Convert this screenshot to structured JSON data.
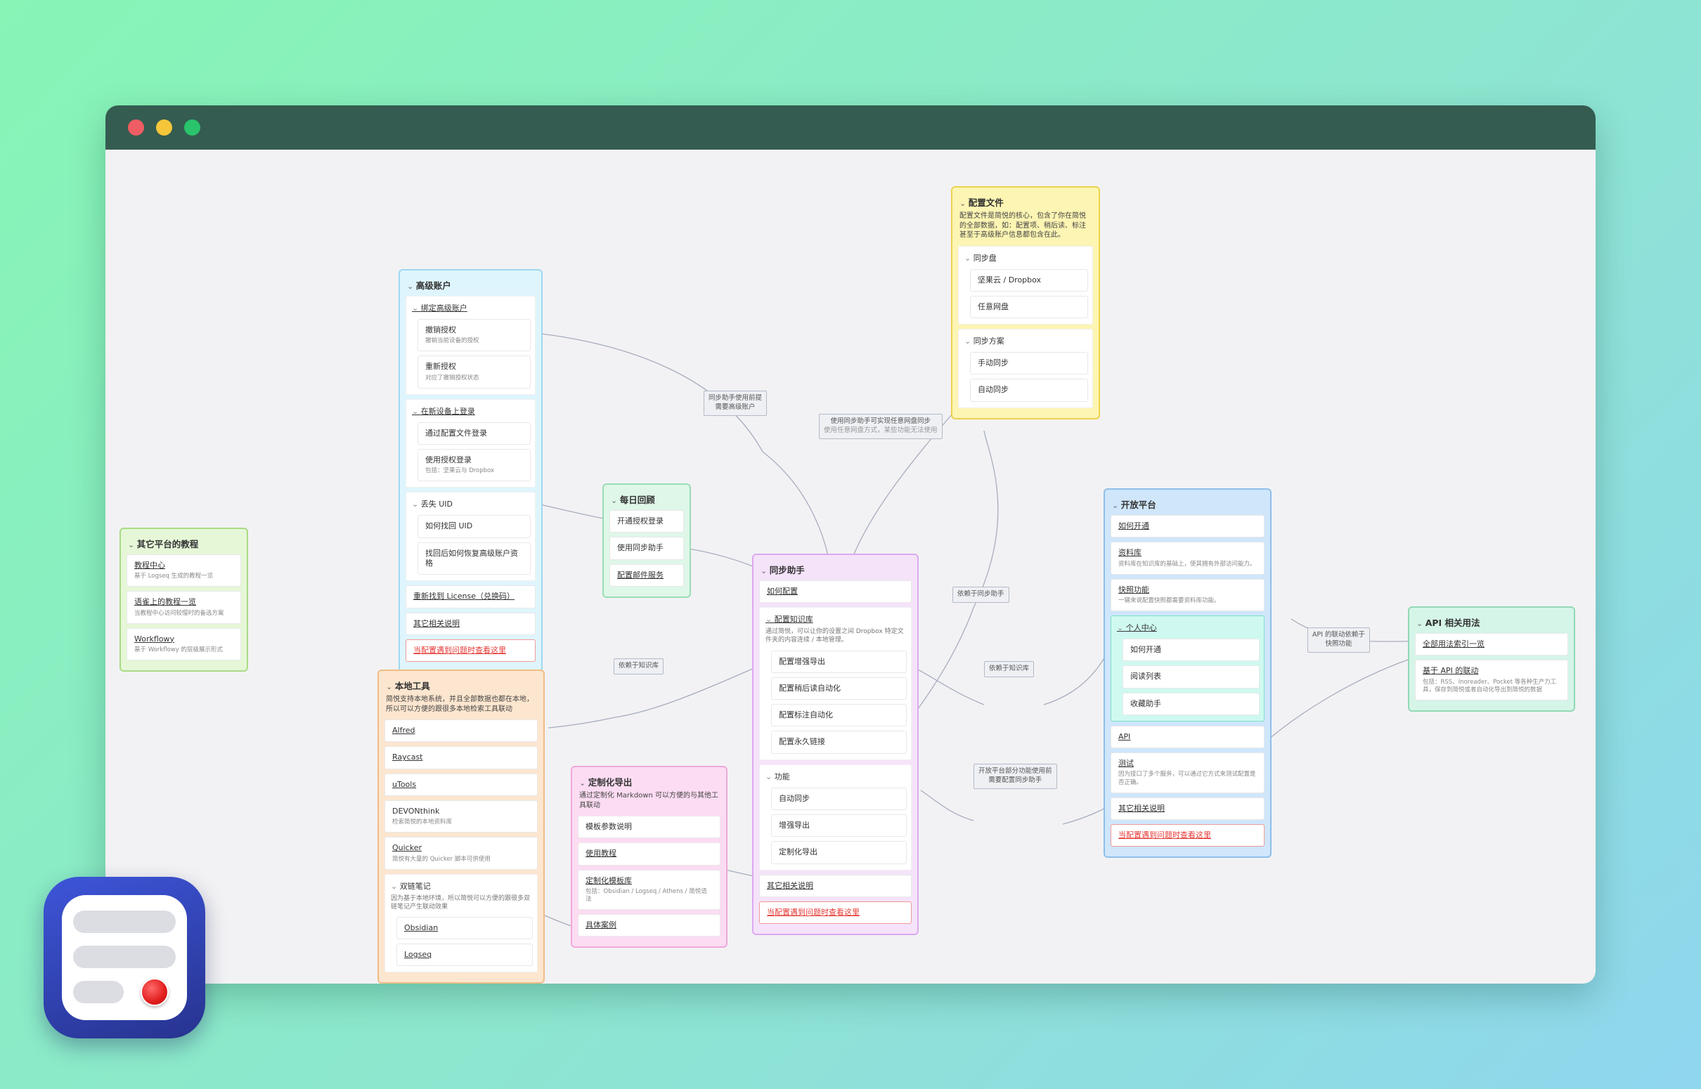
{
  "colors": {
    "window_title_bar": "#345c50",
    "canvas": "#f2f2f4",
    "link_line": "#a8adbd",
    "danger_text": "#e53935"
  },
  "account": {
    "title": "高级账户",
    "g1": {
      "title": "绑定高级账户",
      "n1": "撤销授权",
      "n1s": "撤销当前设备的授权",
      "n2": "重新授权",
      "n2s": "对应了撤销授权状态"
    },
    "g2": {
      "title": "在新设备上登录",
      "n1": "通过配置文件登录",
      "n2": "使用授权登录",
      "n2s": "包括：坚果云与 Dropbox"
    },
    "g3": {
      "title": "丢失 UID",
      "n1": "如何找回 UID",
      "n2": "找回后如何恢复高级账户资格"
    },
    "l1": "重新找到 License（兑换码）",
    "l2": "其它相关说明",
    "l3": "当配置遇到问题时查看这里"
  },
  "review": {
    "title": "每日回顾",
    "n1": "开通授权登录",
    "n2": "使用同步助手",
    "n3": "配置邮件服务"
  },
  "other": {
    "title": "其它平台的教程",
    "n1": "教程中心",
    "n1s": "基于 Logseq 生成的教程一览",
    "n2": "语雀上的教程一览",
    "n2s": "当教程中心访问较慢时的备选方案",
    "n3": "Workflowy",
    "n3s": "基于 Workflowy 的层级展示形式"
  },
  "config": {
    "title": "配置文件",
    "desc": "配置文件是简悦的核心，包含了你在简悦的全部数据，如：配置项、稍后读、标注甚至于高级账户信息都包含在此。",
    "g1": {
      "title": "同步盘",
      "n1": "坚果云 / Dropbox",
      "n2": "任意网盘"
    },
    "g2": {
      "title": "同步方案",
      "n1": "手动同步",
      "n2": "自动同步"
    }
  },
  "sync": {
    "title": "同步助手",
    "n1": "如何配置",
    "g1": {
      "title": "配置知识库",
      "desc": "通过简悦，可以让你的设置之间 Dropbox 特定文件夹的内容连续 / 本地管理。",
      "n1": "配置增强导出",
      "n2": "配置稍后读自动化",
      "n3": "配置标注自动化",
      "n4": "配置永久链接"
    },
    "g2": {
      "title": "功能",
      "n1": "自动同步",
      "n2": "增强导出",
      "n3": "定制化导出"
    },
    "l1": "其它相关说明",
    "l2": "当配置遇到问题时查看这里"
  },
  "local": {
    "title": "本地工具",
    "desc": "简悦支持本地系统，并且全部数据也都在本地，所以可以方便的跟很多本地检索工具联动",
    "n1": "Alfred",
    "n2": "Raycast",
    "n3": "uTools",
    "n4": "DEVONthink",
    "n4s": "检索简悦的本地资料库",
    "n5": "Quicker",
    "n5s": "简悦有大量的 Quicker 脚本可供使用",
    "g1": {
      "title": "双链笔记",
      "desc": "因为基于本地环境，所以简悦可以方便的跟很多双链笔记产生联动效果",
      "n1": "Obsidian",
      "n2": "Logseq"
    }
  },
  "export": {
    "title": "定制化导出",
    "desc": "通过定制化 Markdown 可以方便的与其他工具联动",
    "n1": "模板参数说明",
    "n2": "使用教程",
    "n3": "定制化模板库",
    "n3s": "包括：Obsidian / Logseq / Athens / 简悦语法",
    "n4": "具体案例"
  },
  "open": {
    "title": "开放平台",
    "n1": "如何开通",
    "n2": "资料库",
    "n2s": "资料库在知识库的基础上，使其拥有外部访问能力。",
    "n3": "快照功能",
    "n3s": "一键来说配置快照都需要资料库功能。",
    "g1": {
      "title": "个人中心",
      "n1": "如何开通",
      "n2": "阅读列表",
      "n3": "收藏助手"
    },
    "n4": "API",
    "n5": "测试",
    "n5s": "因为接口了多个服务，可以通过它方式来测试配置是否正确。",
    "n6": "其它相关说明",
    "n7": "当配置遇到问题时查看这里"
  },
  "api": {
    "title": "API 相关用法",
    "n1": "全部用法索引一览",
    "n2": "基于 API 的联动",
    "n2s": "包括：RSS、Inoreader、Pocket 等各种生产力工具，保存到简悦或者自动化导出到简悦的数据"
  },
  "labels": {
    "a": "同步助手使用前提\n需要高级账户",
    "b": "使用同步助手可实现任意网盘同步",
    "b2": "使用任意网盘方式，某些功能无法使用",
    "c": "依赖于同步助手",
    "d": "依赖于知识库",
    "e": "依赖于知识库",
    "f": "开放平台部分功能使用前\n需要配置同步助手",
    "g": "API 的联动依赖于\n快照功能"
  }
}
